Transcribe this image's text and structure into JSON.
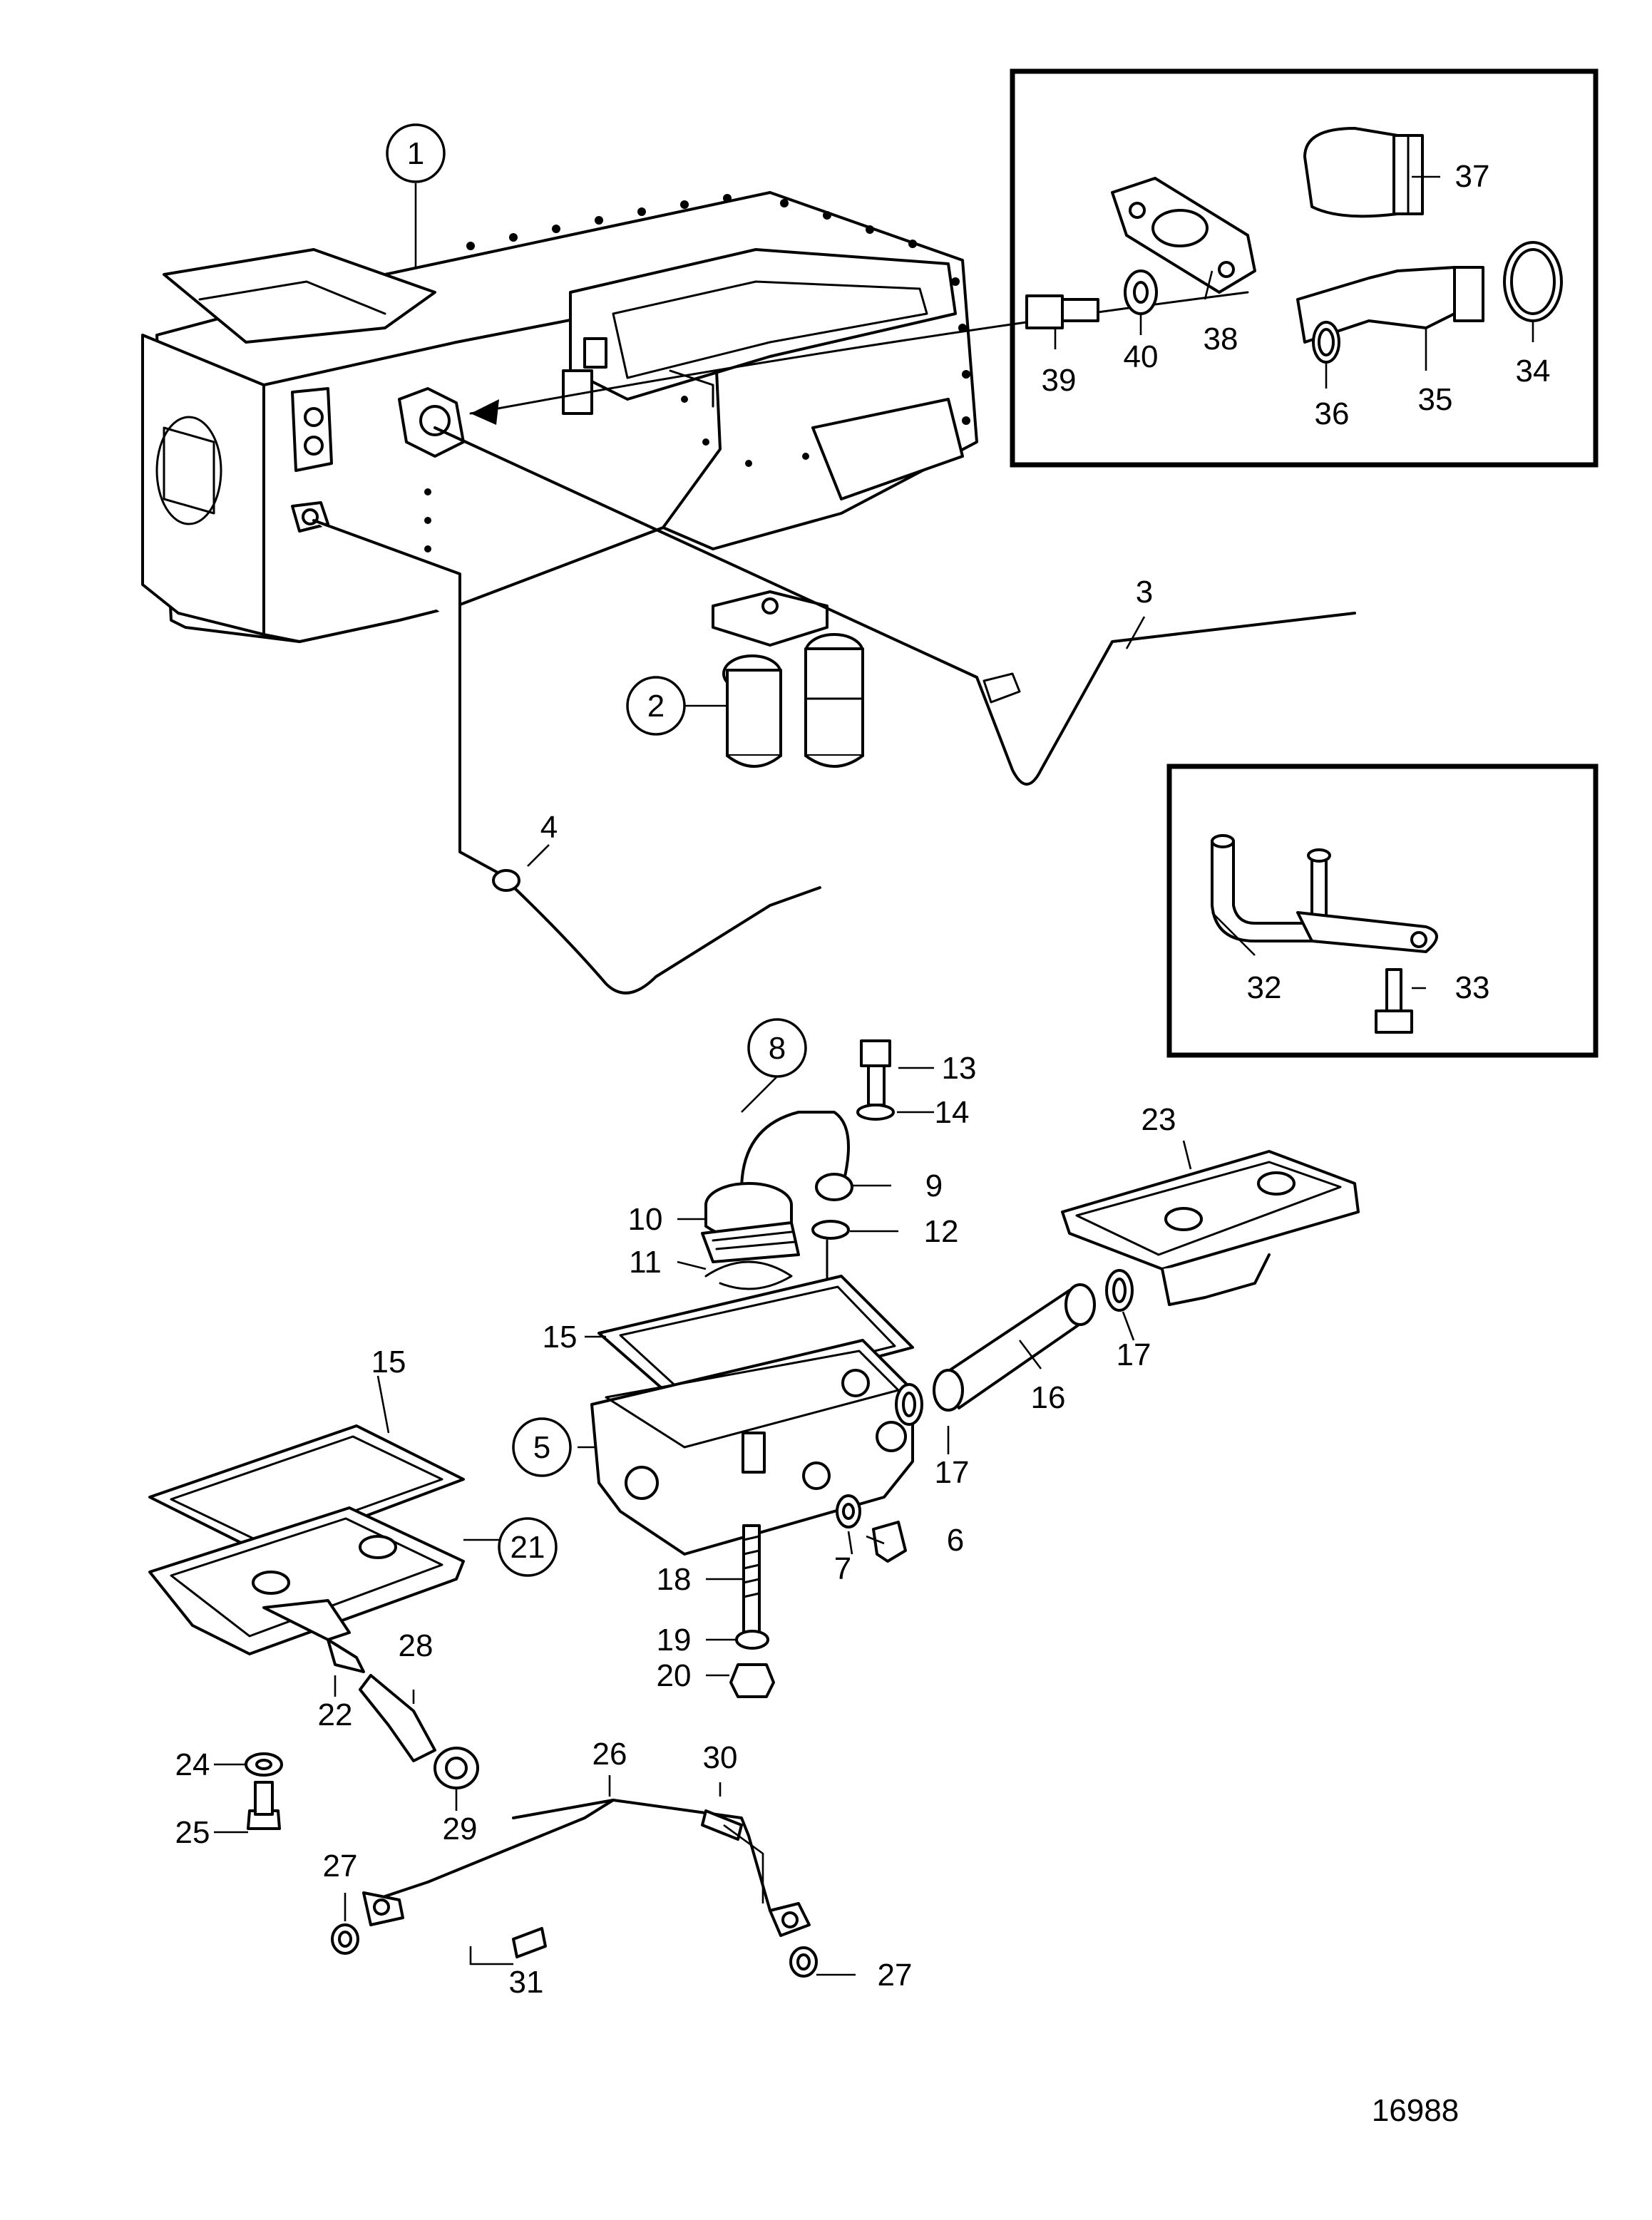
{
  "figure_number": "16988",
  "callouts": [
    "1",
    "2",
    "5",
    "8",
    "21"
  ],
  "labels": [
    "3",
    "4",
    "6",
    "7",
    "9",
    "10",
    "11",
    "12",
    "13",
    "14",
    "15",
    "15",
    "16",
    "17",
    "17",
    "18",
    "19",
    "20",
    "22",
    "23",
    "24",
    "25",
    "26",
    "27",
    "27",
    "28",
    "29",
    "30",
    "31",
    "32",
    "33",
    "34",
    "35",
    "36",
    "37",
    "38",
    "39",
    "40"
  ]
}
